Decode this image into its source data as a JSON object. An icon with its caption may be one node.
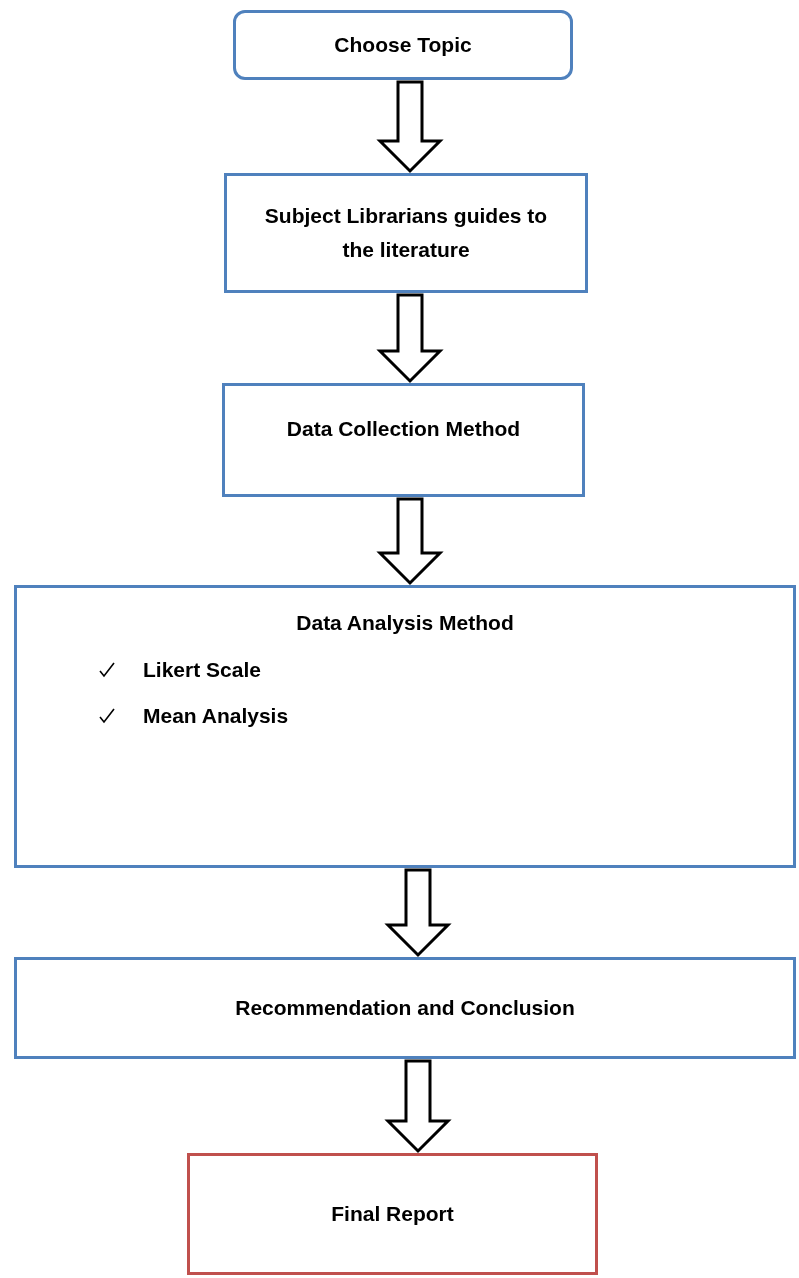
{
  "diagram": {
    "nodes": [
      {
        "text": [
          "Choose Topic"
        ]
      },
      {
        "text": [
          "Subject Librarians guides to the literature"
        ]
      },
      {
        "text": [
          "Data Collection Method"
        ]
      },
      {
        "text": [
          "Data Analysis Method",
          "Likert Scale",
          "Mean Analysis"
        ]
      },
      {
        "text": [
          "Recommendation and Conclusion"
        ]
      },
      {
        "text": [
          "Final Report"
        ]
      }
    ],
    "edges": [
      {
        "from": 0,
        "to": 1,
        "arrow": "to"
      },
      {
        "from": 1,
        "to": 2,
        "arrow": "to"
      },
      {
        "from": 2,
        "to": 3,
        "arrow": "to"
      },
      {
        "from": 3,
        "to": 4,
        "arrow": "to"
      },
      {
        "from": 4,
        "to": 5,
        "arrow": "to"
      }
    ]
  }
}
